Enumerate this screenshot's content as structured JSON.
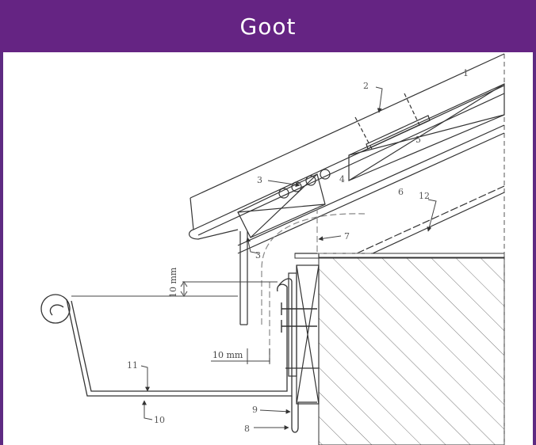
{
  "header": {
    "title": "Goot"
  },
  "colors": {
    "accent": "#652483",
    "line": "#333333",
    "hatch": "#777777",
    "dashed": "#888888"
  },
  "labels": {
    "l1": "1",
    "l2": "2",
    "l3a": "3",
    "l3b": "3",
    "l4": "4",
    "l5": "5",
    "l6": "6",
    "l7": "7",
    "l8": "8",
    "l9": "9",
    "l10": "10",
    "l11": "11",
    "l12": "12"
  },
  "dimensions": {
    "vertical_gap": "10 mm",
    "horizontal_gap": "10 mm"
  }
}
